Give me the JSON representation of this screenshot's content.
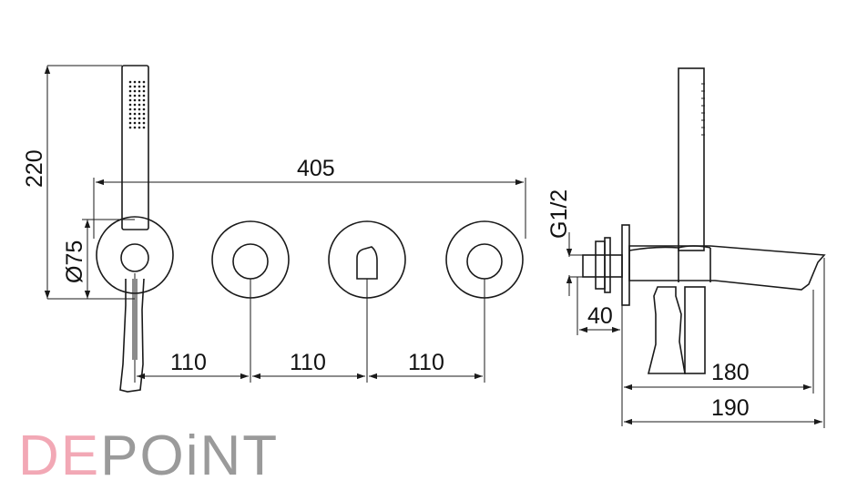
{
  "brand": {
    "part1": "DE",
    "part2": "POiNT"
  },
  "dimensions": {
    "front": {
      "height": "220",
      "width_total": "405",
      "diameter": "Ø75",
      "spacing_1": "110",
      "spacing_2": "110",
      "spacing_3": "110"
    },
    "side": {
      "thread": "G1/2",
      "depth": "40",
      "projection_1": "180",
      "projection_2": "190"
    }
  }
}
